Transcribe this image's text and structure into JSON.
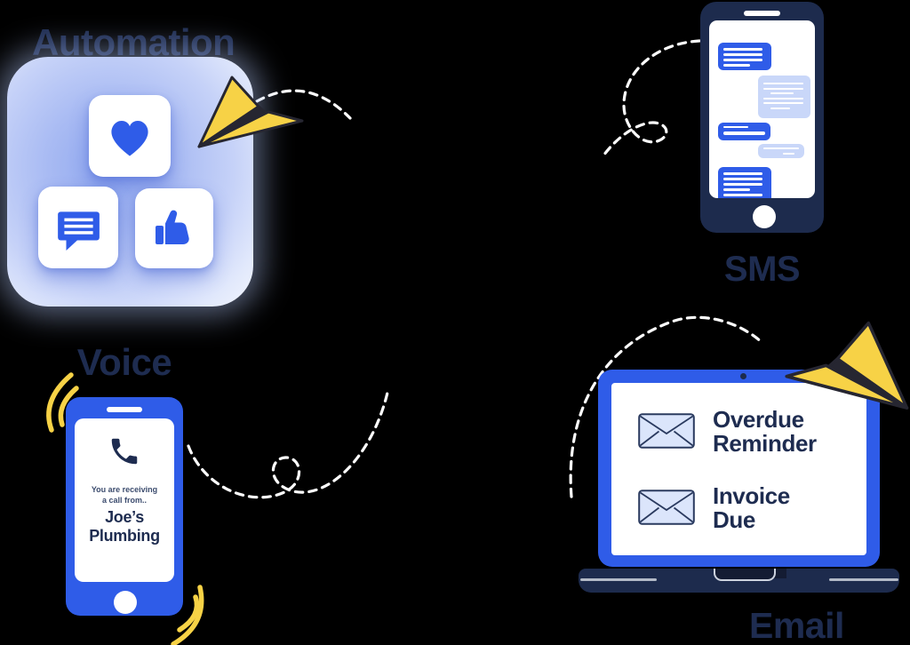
{
  "colors": {
    "background": "#000000",
    "navy": "#1d2b4d",
    "ink": "#1e2c50",
    "blue": "#2f5ce8",
    "bubble_light": "#c9d7f9",
    "envelope_fill": "#dbe5fb",
    "yellow": "#f7d246",
    "white": "#ffffff",
    "base_dark": "#141c33",
    "line_gray": "#b3bac7",
    "notice_gray": "#3c4c6e"
  },
  "icons": {
    "heart": "heart-icon",
    "chat": "chat-bubble-icon",
    "thumbs_up": "thumbs-up-icon",
    "phone_handset": "phone-handset-icon",
    "envelope": "envelope-icon",
    "paper_plane": "paper-plane-icon"
  },
  "automation": {
    "label": "Automation"
  },
  "sms": {
    "label": "SMS"
  },
  "voice": {
    "label": "Voice",
    "screen": {
      "notice_line1": "You are receiving",
      "notice_line2": "a call from..",
      "caller_line1": "Joe’s",
      "caller_line2": "Plumbing"
    }
  },
  "email": {
    "label": "Email",
    "items": [
      {
        "line1": "Overdue",
        "line2": "Reminder"
      },
      {
        "line1": "Invoice",
        "line2": "Due"
      }
    ]
  }
}
